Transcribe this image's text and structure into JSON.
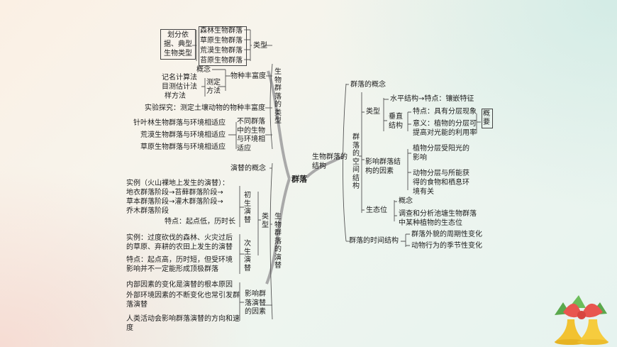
{
  "root": "群落",
  "ribbon_color": "#bdbdbd",
  "left_top": {
    "category_title": "生物群落的类型",
    "types_label": "类型",
    "basis_box": "划分依据、典型生物类型",
    "community_types": [
      "森林生物群落",
      "草原生物群落",
      "荒漠生物群落",
      "苔原生物群落"
    ],
    "richness_label": "物种丰富度",
    "concept": "概念",
    "measure": "测定方法",
    "methods": [
      "记名计算法",
      "目测估计法",
      "样方法"
    ],
    "experiment": "实验探究：测定土壤动物的物种丰富度",
    "adapt_label": "不同群落中的生物与环境相适应",
    "adapt_items": [
      "针叶林生物群落与环境相适应",
      "荒漠生物群落与环境相适应",
      "草原生物群落与环境相适应"
    ]
  },
  "left_bottom": {
    "title": "生物群落的演替",
    "concept": "演替的概念",
    "types_label": "类型",
    "primary_label": "初生演替",
    "primary_text": [
      "实例（火山裸地上发生的演替）：",
      "地衣群落阶段→苔藓群落阶段→",
      "草本群落阶段→灌木群落阶段→",
      "乔木群落阶段"
    ],
    "primary_feature": "特点：起点低，历时长",
    "secondary_label": "次生演替",
    "secondary_text": [
      "实例：过度砍伐的森林、火灾过后",
      "的草原、弃耕的农田上发生的演替"
    ],
    "secondary_feature": [
      "特点：起点高，历时短，但受环境",
      "影响并不一定能形成顶极群落"
    ],
    "factors_label": "影响群落演替的因素",
    "factors": [
      "内部因素的变化是演替的根本原因",
      "外部环境因素的不断变化也常引发群落演替",
      "人类活动会影响群落演替的方向和速度"
    ]
  },
  "right": {
    "structure_title": "生物群落的结构",
    "concept": "群落的概念",
    "spatial_label": "群落的空间结构",
    "types_label": "类型",
    "horizontal": "水平结构→特点：镶嵌特征",
    "vertical_label": "垂直结构",
    "vertical_feature": "特点：具有分层现象",
    "vertical_meaning": "意义：植物的分层可提高对光能的利用率",
    "overview_box": "概要",
    "factors_label": "影响群落结构的因素",
    "factors": [
      "植物分层受阳光的影响",
      "动物分层与所能获得的食物和栖息环境有关"
    ],
    "niche_label": "生态位",
    "niche_items": [
      "概念",
      "调查和分析池塘生物群落中某种植物的生态位"
    ],
    "time_label": "群落的时间结构",
    "time_items": [
      "群落外貌的周期性变化",
      "动物行为的季节性变化"
    ]
  }
}
